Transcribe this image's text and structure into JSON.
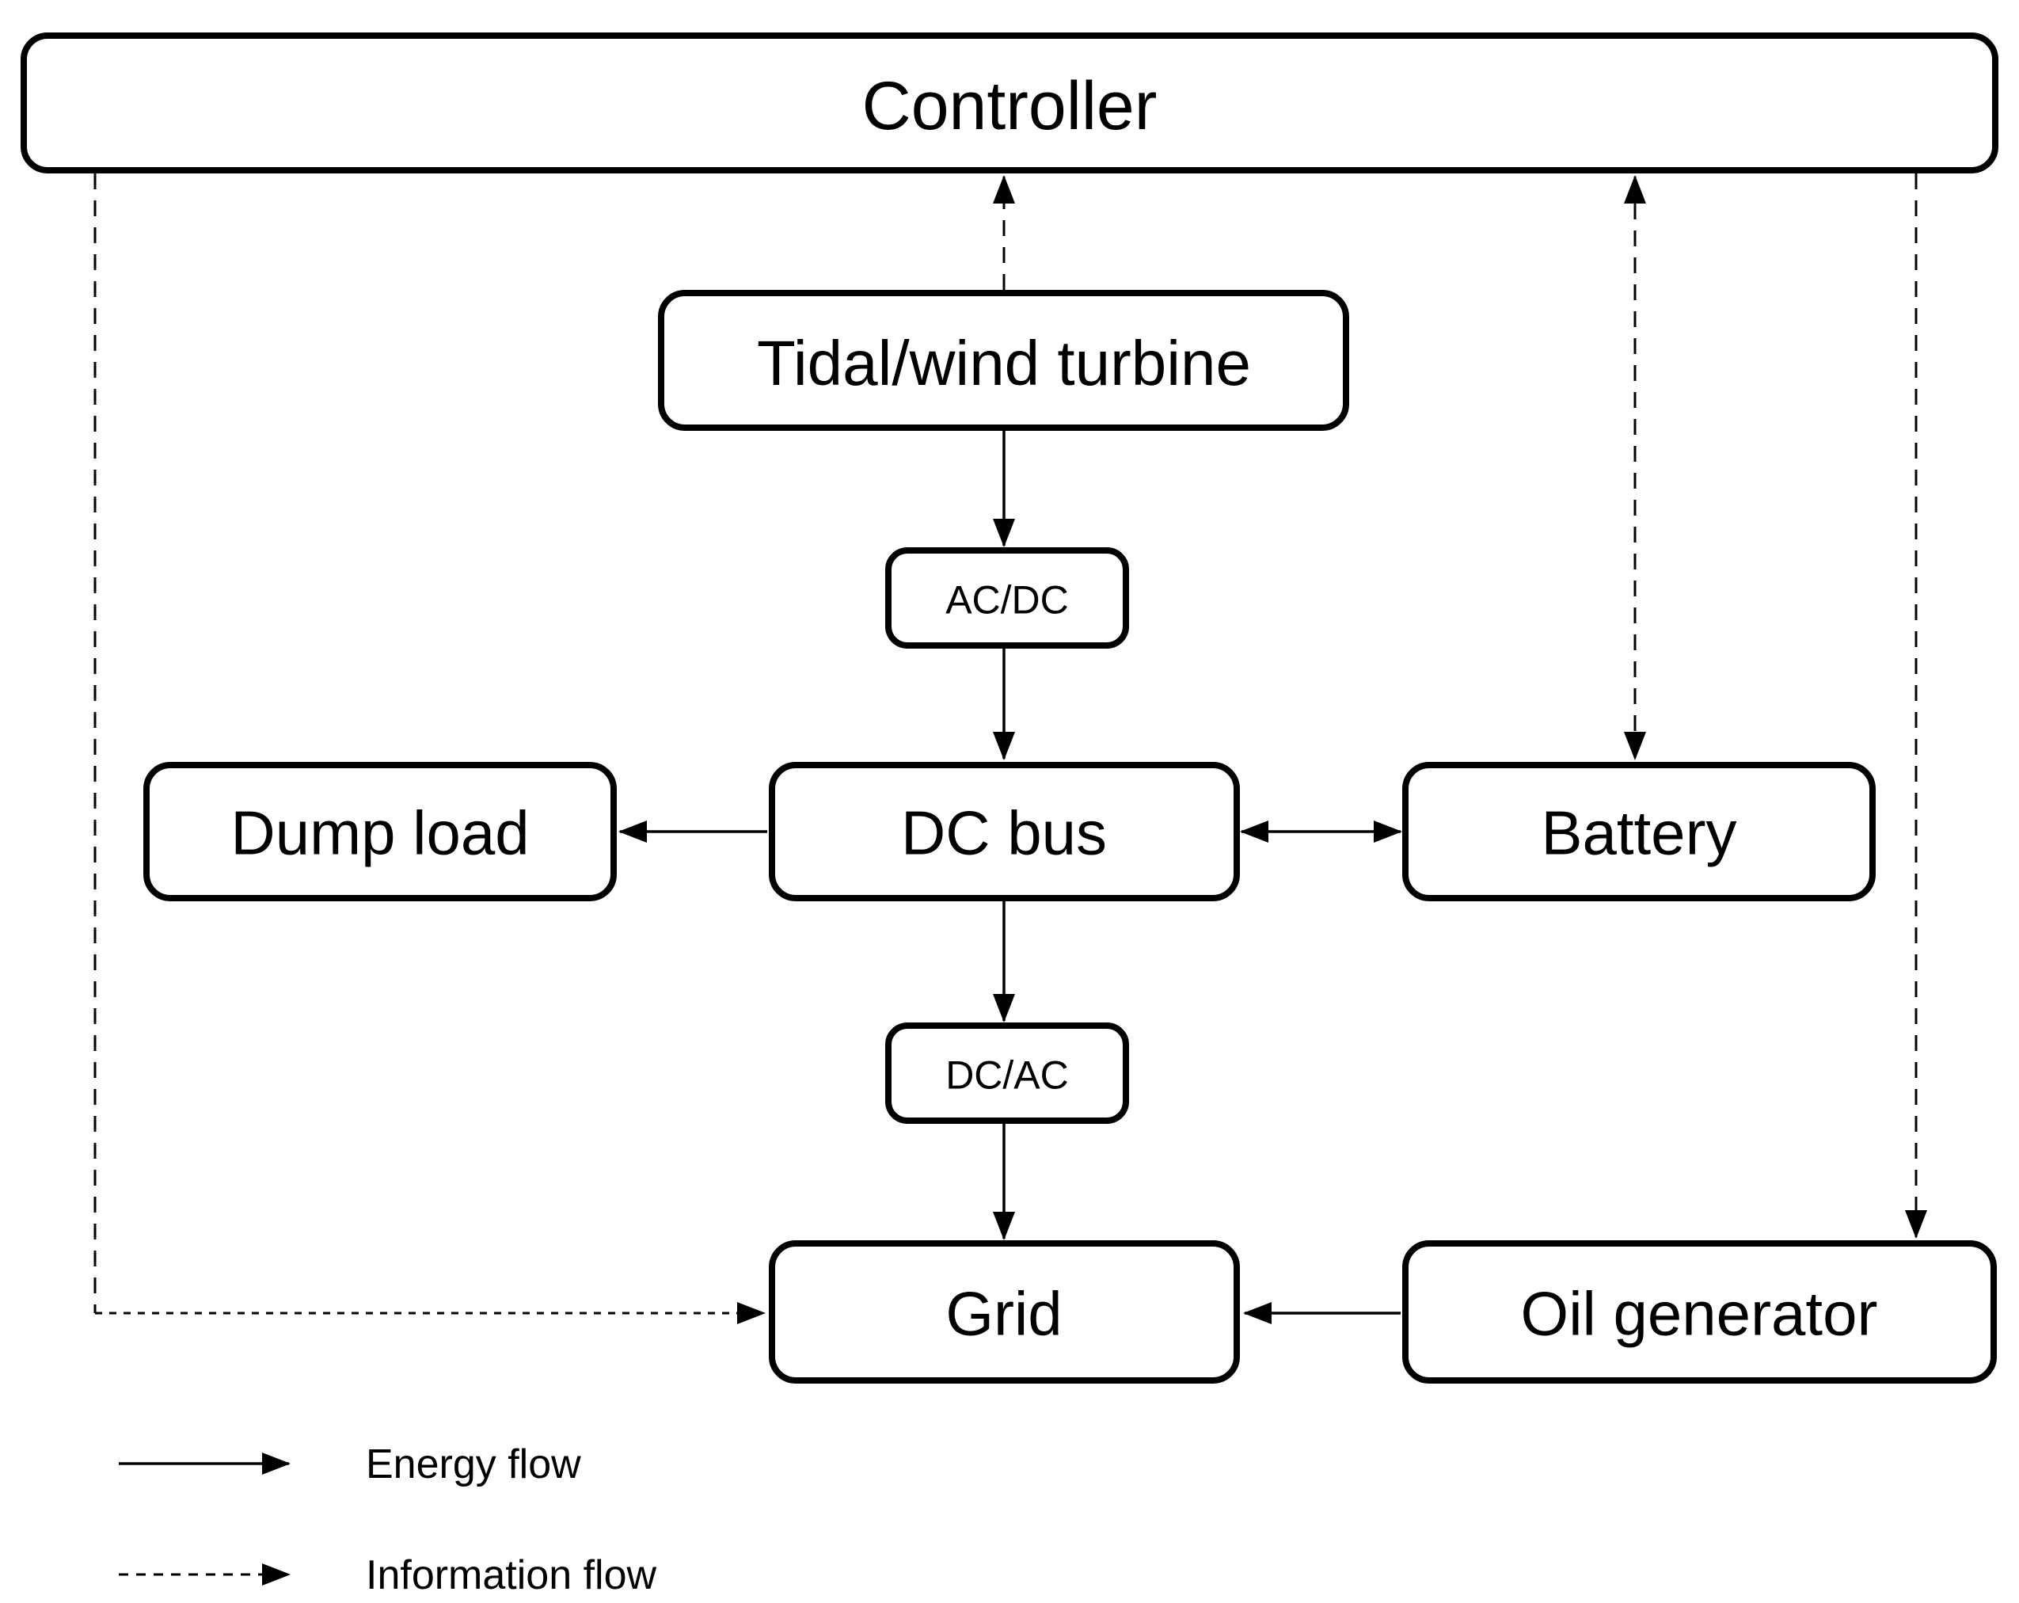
{
  "nodes": {
    "controller": "Controller",
    "turbine": "Tidal/wind turbine",
    "ac_dc": "AC/DC",
    "dump_load": "Dump load",
    "dc_bus": "DC bus",
    "battery": "Battery",
    "dc_ac": "DC/AC",
    "grid": "Grid",
    "oil_generator": "Oil generator"
  },
  "legend": {
    "energy": "Energy flow",
    "information": "Information flow"
  },
  "colors": {
    "stroke": "#000000",
    "background": "#ffffff"
  },
  "edges": [
    {
      "from": "turbine",
      "to": "ac_dc",
      "type": "energy",
      "bidirectional": false
    },
    {
      "from": "ac_dc",
      "to": "dc_bus",
      "type": "energy",
      "bidirectional": false
    },
    {
      "from": "dc_bus",
      "to": "dump_load",
      "type": "energy",
      "bidirectional": false
    },
    {
      "from": "dc_bus",
      "to": "battery",
      "type": "energy",
      "bidirectional": true
    },
    {
      "from": "dc_bus",
      "to": "dc_ac",
      "type": "energy",
      "bidirectional": false
    },
    {
      "from": "dc_ac",
      "to": "grid",
      "type": "energy",
      "bidirectional": false
    },
    {
      "from": "oil_generator",
      "to": "grid",
      "type": "energy",
      "bidirectional": false
    },
    {
      "from": "turbine",
      "to": "controller",
      "type": "information",
      "bidirectional": false
    },
    {
      "from": "controller",
      "to": "battery",
      "type": "information",
      "bidirectional": true
    },
    {
      "from": "controller",
      "to": "oil_generator",
      "type": "information",
      "bidirectional": false
    },
    {
      "from": "controller",
      "to": "grid",
      "type": "information",
      "bidirectional": false
    }
  ]
}
